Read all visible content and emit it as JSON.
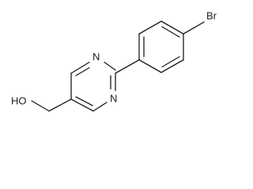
{
  "molecule": {
    "atoms": {
      "bromine": "Br",
      "nitrogen_top": "N",
      "nitrogen_bottom": "N",
      "hydroxyl": "HO"
    }
  }
}
